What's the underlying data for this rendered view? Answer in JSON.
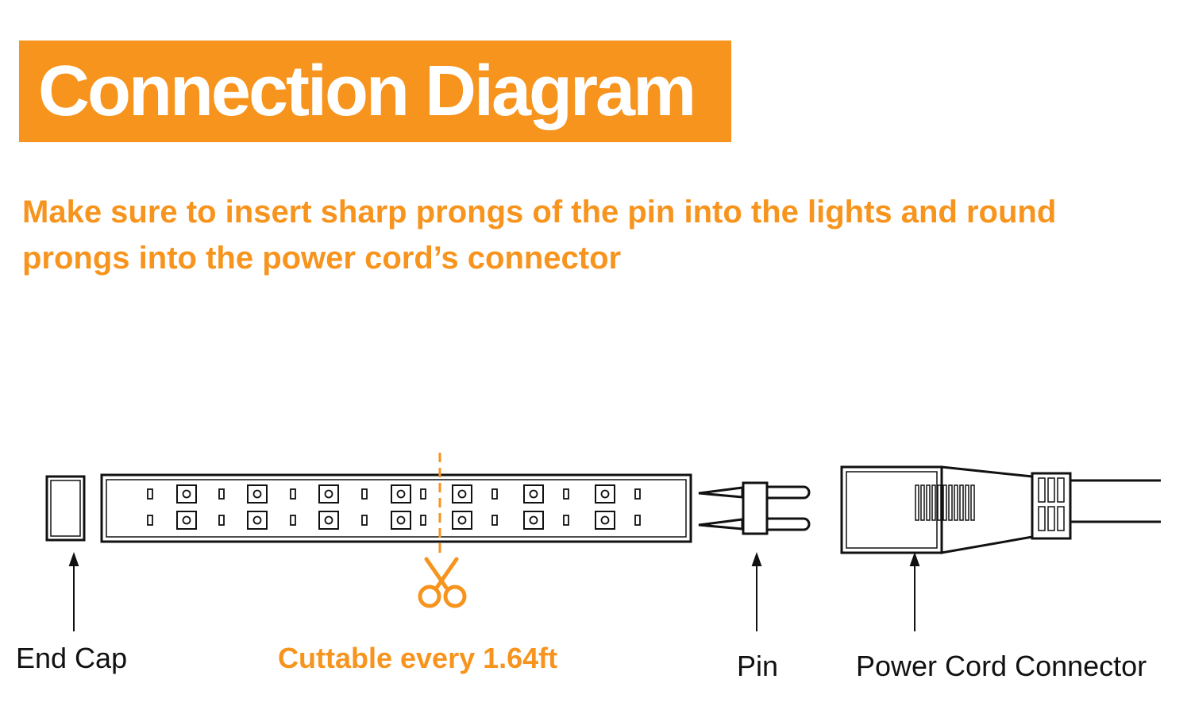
{
  "header": {
    "title": "Connection Diagram"
  },
  "instruction": "Make sure to insert sharp prongs of the pin into the lights and round prongs into the power cord’s connector",
  "parts": {
    "end_cap": "End Cap",
    "cut_note": "Cuttable every 1.64ft",
    "pin": "Pin",
    "power_cord_connector": "Power Cord Connector"
  },
  "icons": {
    "cut_marker": "scissors-icon"
  },
  "colors": {
    "accent": "#f7941d",
    "line": "#111111",
    "background": "#ffffff"
  }
}
